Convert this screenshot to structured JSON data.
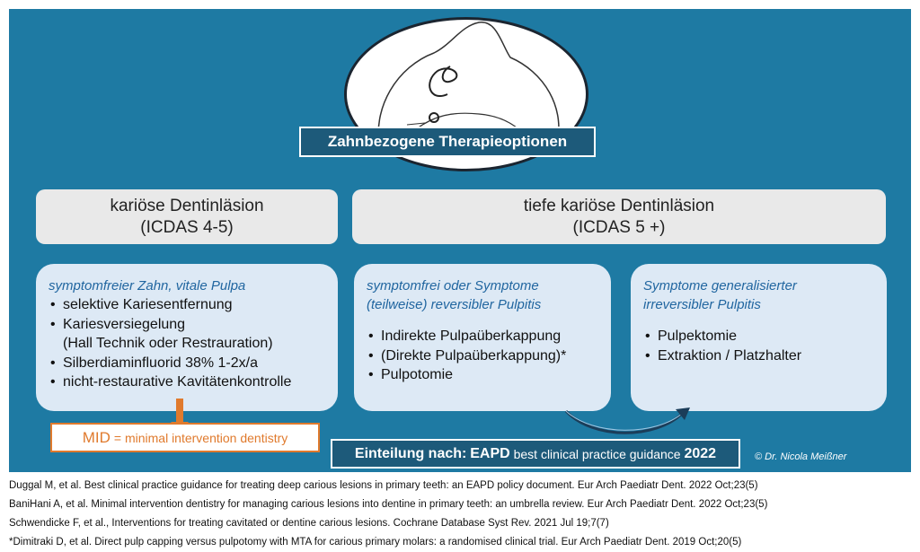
{
  "slide": {
    "background": "#1e7aa3",
    "title": "Zahnbezogene Therapieoptionen",
    "heading_left": {
      "line1": "kariöse Dentinläsion",
      "line2": "(ICDAS 4-5)"
    },
    "heading_right": {
      "line1": "tiefe kariöse Dentinläsion",
      "line2": "(ICDAS 5 +)"
    },
    "card_left": {
      "title": "symptomfreier Zahn, vitale Pulpa",
      "items": [
        "selektive Kariesentfernung",
        "Kariesversiegelung",
        "(Hall Technik oder Restrauration)",
        "Silberdiaminfluorid 38% 1-2x/a",
        "nicht-restaurative Kavitätenkontrolle"
      ]
    },
    "card_mid": {
      "title_line1": "symptomfrei oder Symptome",
      "title_line2": "(teilweise) reversibler Pulpitis",
      "items": [
        "Indirekte Pulpaüberkappung",
        "(Direkte Pulpaüberkappung)*",
        "Pulpotomie"
      ]
    },
    "card_right": {
      "title_line1": "Symptome generalisierter",
      "title_line2": "irreversibler Pulpitis",
      "items": [
        "Pulpektomie",
        "Extraktion / Platzhalter"
      ]
    },
    "mid": {
      "abbr": "MID",
      "text": "= minimal intervention dentistry"
    },
    "eapd": {
      "prefix": "Einteilung nach:",
      "org": "EAPD",
      "text": "best clinical practice guidance",
      "year": "2022"
    },
    "copyright": "© Dr. Nicola Meißner",
    "colors": {
      "accent": "#e07a2d",
      "dark": "#1d5a7a",
      "card": "#dde9f5",
      "card_title": "#2166a0"
    }
  },
  "references": [
    "Duggal M, et al. Best clinical practice guidance for treating deep carious lesions in primary teeth: an EAPD policy document. Eur Arch Paediatr Dent. 2022 Oct;23(5)",
    "BaniHani A, et al. Minimal intervention dentistry for managing carious lesions into dentine in primary teeth: an umbrella review. Eur Arch Paediatr Dent. 2022 Oct;23(5)",
    "Schwendicke F, et al., Interventions for treating cavitated or dentine carious lesions. Cochrane Database Syst Rev. 2021 Jul 19;7(7)",
    "*Dimitraki D, et al. Direct pulp capping versus pulpotomy with MTA for carious primary molars: a randomised clinical trial. Eur Arch Paediatr Dent. 2019 Oct;20(5)"
  ]
}
